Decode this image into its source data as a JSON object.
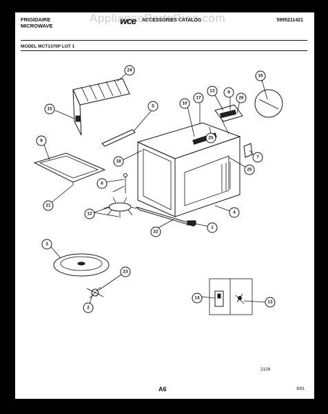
{
  "header": {
    "brand_line1": "FRIGIDAIRE",
    "brand_line2": "MICROWAVE",
    "logo": "wce",
    "catalog_title": "ACCESSORIES CATALOG",
    "part_number": "5995211421"
  },
  "watermark": "AppliancePartsPros.com",
  "model_line": "MODEL MCT1370P LOT 1",
  "callouts": [
    "24",
    "15",
    "5",
    "8",
    "21",
    "6",
    "12",
    "18",
    "22",
    "10",
    "17",
    "13",
    "9",
    "26",
    "16",
    "25",
    "7",
    "4",
    "1",
    "3",
    "23",
    "2",
    "14"
  ],
  "inset_callouts": [
    "14",
    "13"
  ],
  "footer": {
    "code": "2126",
    "page": "A6",
    "date": "8/91"
  }
}
